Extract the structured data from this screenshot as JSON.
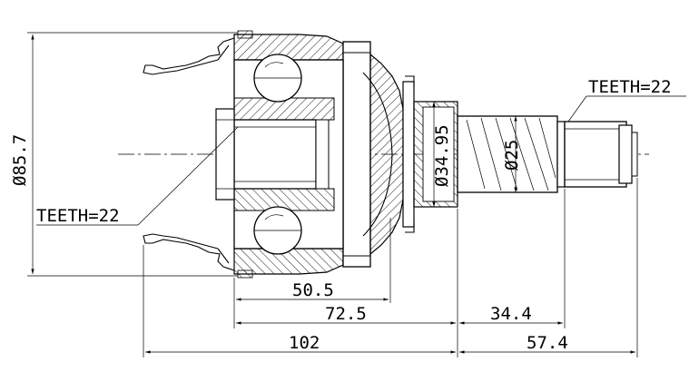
{
  "part": {
    "name": "CV joint inner (tripod) — technical drawing"
  },
  "dimensions": {
    "overall_diameter": "Ø85.7",
    "bearing_diameter": "Ø34.95",
    "shaft_diameter": "Ø25",
    "teeth_outer": "TEETH=22",
    "teeth_inner": "TEETH=22",
    "len_50_5": "50.5",
    "len_72_5": "72.5",
    "len_34_4": "34.4",
    "len_102": "102",
    "len_57_4": "57.4"
  },
  "colors": {
    "line": "#000000",
    "background": "#ffffff"
  }
}
